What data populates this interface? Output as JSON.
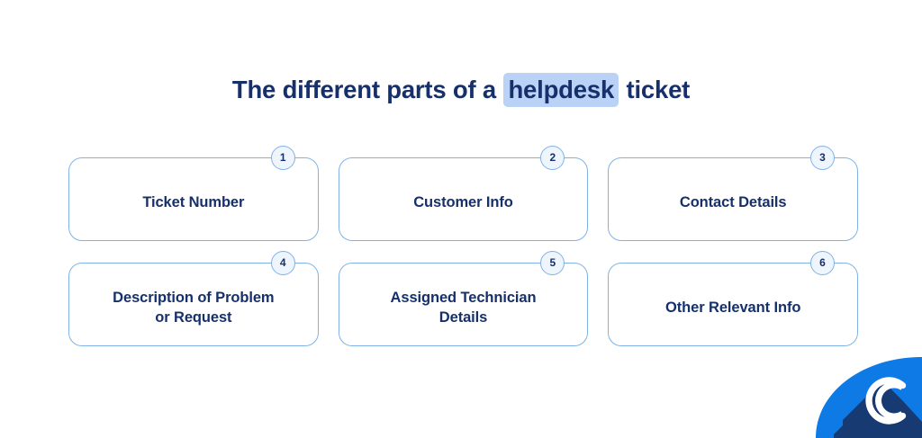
{
  "header": {
    "title_before": "The different parts of a ",
    "title_highlight": "helpdesk",
    "title_after": " ticket",
    "title_full": "The different parts of a helpdesk ticket"
  },
  "colors": {
    "title_text": "#16306b",
    "highlight_bg": "#b9d2f6",
    "card_border": "#7eb2e8",
    "card_bg": "#ffffff",
    "card_text": "#16306b",
    "badge_bg": "#eef5fd",
    "badge_border": "#7eb2e8",
    "badge_text": "#16306b",
    "logo_blue": "#0d7ae5",
    "logo_shadow_navy": "#183a72",
    "logo_letter": "#ffffff",
    "page_bg": "#ffffff"
  },
  "cards": [
    {
      "number": "1",
      "label": "Ticket Number"
    },
    {
      "number": "2",
      "label": "Customer Info"
    },
    {
      "number": "3",
      "label": "Contact Details"
    },
    {
      "number": "4",
      "label": "Description of Problem\nor Request"
    },
    {
      "number": "5",
      "label": "Assigned Technician\nDetails"
    },
    {
      "number": "6",
      "label": "Other Relevant Info"
    }
  ],
  "logo": {
    "letter": "C",
    "icon_name": "brand-c-logo"
  }
}
